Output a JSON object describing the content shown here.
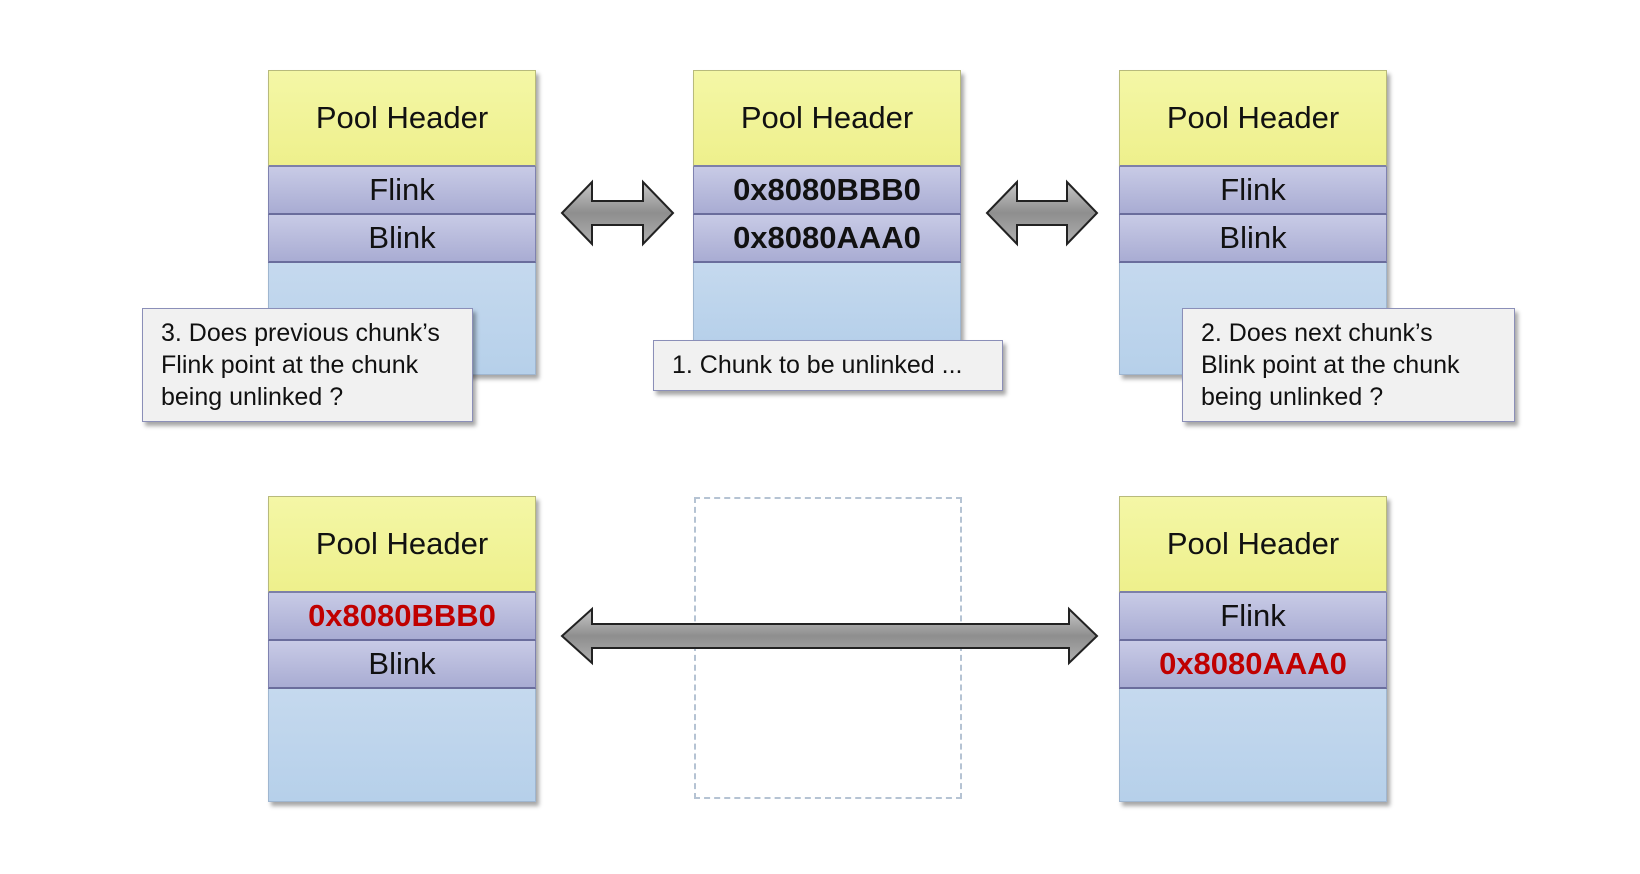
{
  "top_row": {
    "left_chunk": {
      "header": "Pool Header",
      "flink": "Flink",
      "blink": "Blink"
    },
    "center_chunk": {
      "header": "Pool Header",
      "flink": "0x8080BBB0",
      "blink": "0x8080AAA0"
    },
    "right_chunk": {
      "header": "Pool Header",
      "flink": "Flink",
      "blink": "Blink"
    },
    "note_left": [
      "3. Does previous chunk’s",
      "Flink point at the chunk",
      "being unlinked ?"
    ],
    "note_center": [
      "1. Chunk to be unlinked ..."
    ],
    "note_right": [
      "2. Does next chunk’s",
      "Blink point at the chunk",
      "being unlinked ?"
    ]
  },
  "bottom_row": {
    "left_chunk": {
      "header": "Pool Header",
      "flink": "0x8080BBB0",
      "blink": "Blink"
    },
    "right_chunk": {
      "header": "Pool Header",
      "flink": "Flink",
      "blink": "0x8080AAA0"
    }
  },
  "colors": {
    "header_fill": "#f1f39a",
    "field_fill": "#b9bcdd",
    "body_fill": "#bdd5ec",
    "updated_pointer_text": "#c00000",
    "arrow_fill": "#9a9a9a"
  }
}
